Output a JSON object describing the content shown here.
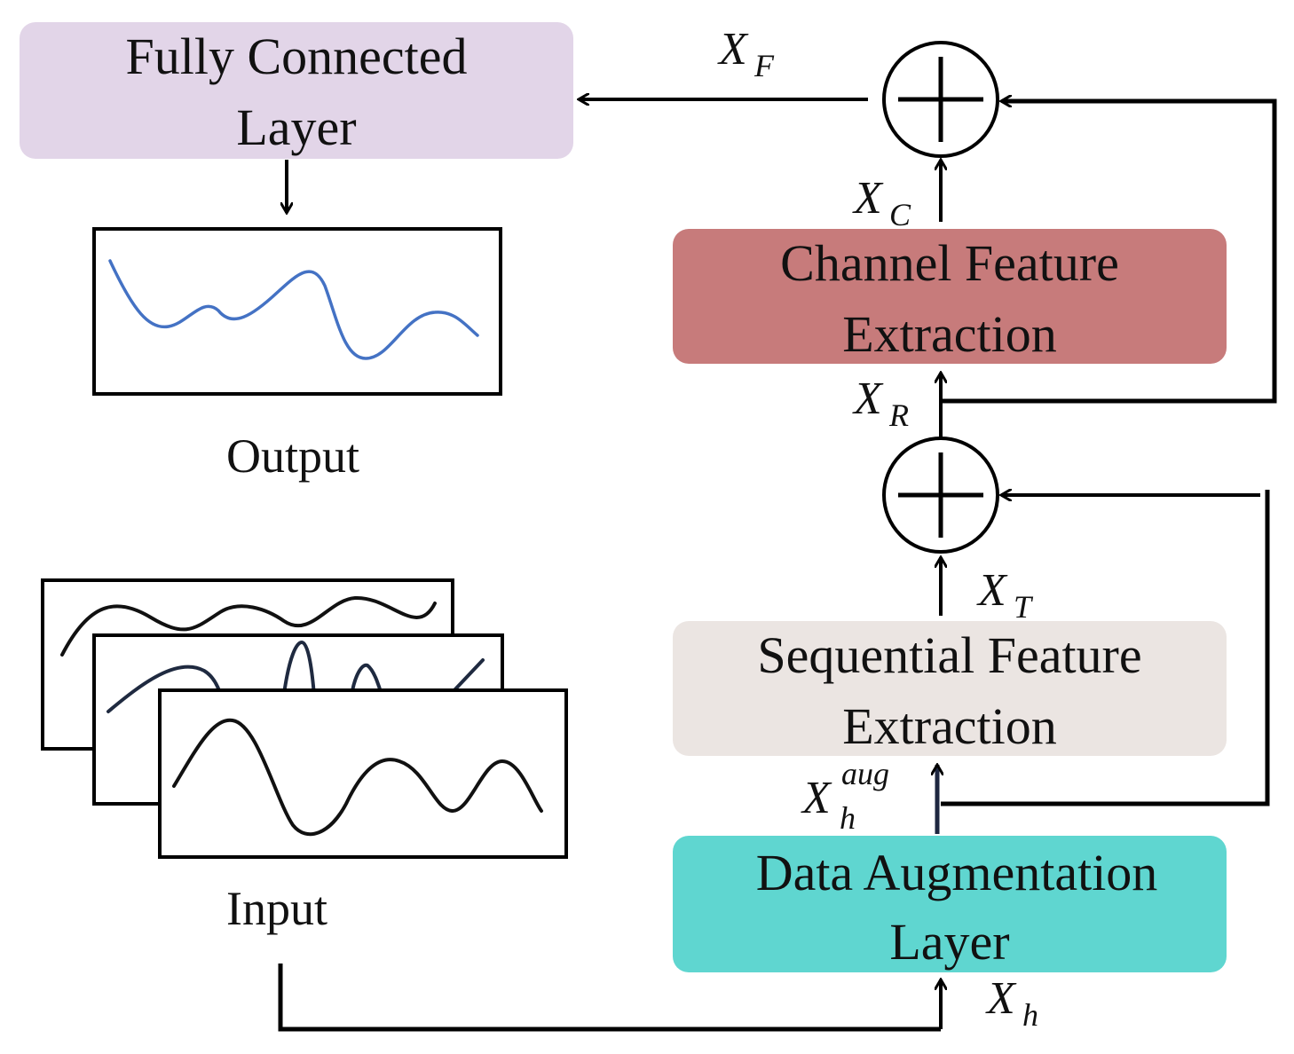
{
  "blocks": {
    "fc": {
      "line1": "Fully Connected",
      "line2": "Layer",
      "color": "#e2d5e8"
    },
    "cfe": {
      "line1": "Channel Feature",
      "line2": "Extraction",
      "color": "#c77b7b"
    },
    "sfe": {
      "line1": "Sequential Feature",
      "line2": "Extraction",
      "color": "#ebe5e2"
    },
    "dal": {
      "line1": "Data Augmentation",
      "line2": "Layer",
      "color": "#5fd6d0"
    }
  },
  "labels": {
    "output": "Output",
    "input": "Input"
  },
  "vars": {
    "xf": {
      "base": "X",
      "sub": "F"
    },
    "xc": {
      "base": "X",
      "sub": "C"
    },
    "xr": {
      "base": "X",
      "sub": "R"
    },
    "xt": {
      "base": "X",
      "sub": "T"
    },
    "xh_aug": {
      "base": "X",
      "sub": "h",
      "sup": "aug"
    },
    "xh": {
      "base": "X",
      "sub": "h"
    }
  },
  "output_color": "#4472c4"
}
